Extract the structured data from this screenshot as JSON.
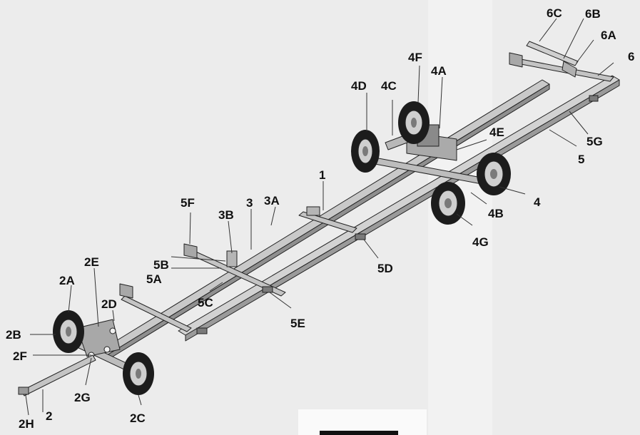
{
  "diagram": {
    "colors": {
      "background": "#ececec",
      "frame_top": "#d0d0d0",
      "frame_side": "#9a9a9a",
      "frame_dark": "#6a6a6a",
      "tire": "#1c1c1c",
      "rim": "#cfcfcf",
      "hub": "#7a7a7a",
      "outline": "#222222"
    },
    "labels": {
      "l_1": "1",
      "l_2": "2",
      "l_2a": "2A",
      "l_2b": "2B",
      "l_2c": "2C",
      "l_2d": "2D",
      "l_2e": "2E",
      "l_2f": "2F",
      "l_2g": "2G",
      "l_2h": "2H",
      "l_3": "3",
      "l_3a": "3A",
      "l_3b": "3B",
      "l_4": "4",
      "l_4a": "4A",
      "l_4b": "4B",
      "l_4c": "4C",
      "l_4d": "4D",
      "l_4e": "4E",
      "l_4f": "4F",
      "l_4g": "4G",
      "l_5": "5",
      "l_5a": "5A",
      "l_5b": "5B",
      "l_5c": "5C",
      "l_5d": "5D",
      "l_5e": "5E",
      "l_5f": "5F",
      "l_5g": "5G",
      "l_6": "6",
      "l_6a": "6A",
      "l_6b": "6B",
      "l_6c": "6C"
    }
  }
}
